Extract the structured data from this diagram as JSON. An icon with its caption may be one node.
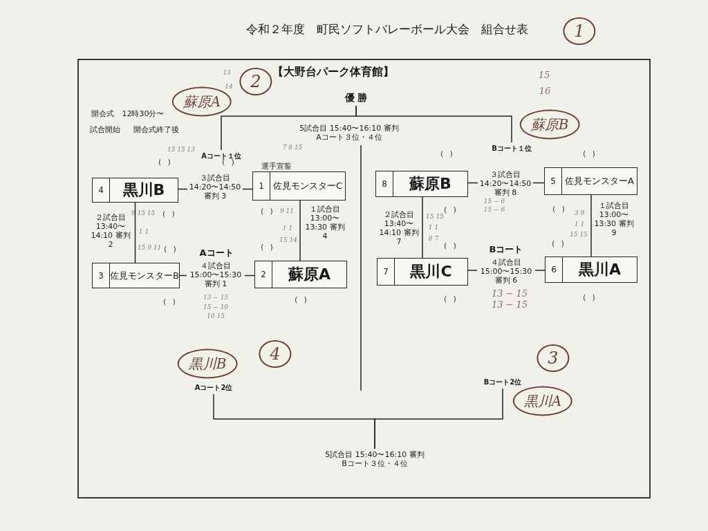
{
  "diagram": {
    "title": "令和２年度　町民ソフトバレーボール大会　組合せ表",
    "nodes": [
      {
        "text": [
          "Aコート１位"
        ]
      },
      {
        "text": [
          "Bコート１位"
        ]
      },
      {
        "text": [
          "優 勝"
        ]
      },
      {
        "text": [
          "4",
          "黒川B"
        ]
      },
      {
        "text": [
          "1",
          "佐見モンスターC"
        ],
        "beside": [
          "選手宣誓"
        ]
      },
      {
        "text": [
          "3",
          "佐見モンスターB"
        ]
      },
      {
        "text": [
          "2",
          "蘇原A"
        ]
      },
      {
        "text": [
          "8",
          "蘇原B"
        ]
      },
      {
        "text": [
          "5",
          "佐見モンスターA"
        ]
      },
      {
        "text": [
          "7",
          "黒川C"
        ]
      },
      {
        "text": [
          "6",
          "黒川A"
        ]
      },
      {
        "text": [
          "Aコート2位"
        ]
      },
      {
        "text": [
          "Bコート2位"
        ]
      },
      {
        "text": [
          "5試合目 15:40〜16:10 審判 Bコート３位・４位"
        ]
      }
    ],
    "edges": [
      {
        "from": 0,
        "to": 2,
        "arrow": "none"
      },
      {
        "from": 1,
        "to": 2,
        "arrow": "none"
      },
      {
        "from": 3,
        "to": 4,
        "arrow": "none",
        "label": "３試合目 14:20〜14:50 審判 3"
      },
      {
        "from": 3,
        "to": 5,
        "arrow": "none",
        "label": "２試合目 13:40〜 14:10 審判 2"
      },
      {
        "from": 4,
        "to": 6,
        "arrow": "none",
        "label": "１試合目 13:00〜 13:30 審判 4"
      },
      {
        "from": 5,
        "to": 6,
        "arrow": "none",
        "label": "４試合目 15:00〜15:30 審判 1"
      },
      {
        "from": 7,
        "to": 8,
        "arrow": "none",
        "label": "３試合目 14:20〜14:50 審判 8"
      },
      {
        "from": 7,
        "to": 9,
        "arrow": "none",
        "label": "２試合目 13:40〜 14:10 審判 7"
      },
      {
        "from": 8,
        "to": 10,
        "arrow": "none",
        "label": "１試合目 13:00〜 13:30 審判 9"
      },
      {
        "from": 9,
        "to": 10,
        "arrow": "none",
        "label": "４試合目 15:00〜15:30 審判 6"
      },
      {
        "from": 11,
        "to": 13,
        "arrow": "none"
      },
      {
        "from": 12,
        "to": 13,
        "arrow": "none"
      }
    ],
    "labels": [
      "【大野台パーク体育館】",
      "1",
      "13",
      "14",
      "2",
      "15",
      "16",
      "開会式",
      "12時30分〜",
      "蘇原A",
      "蘇原B",
      "試合開始",
      "開会式終了後",
      "5試合目 15:40〜16:10 審判 Aコート３位・４位",
      "( )",
      "15 15 13",
      "7 8 15",
      "( )",
      "( )",
      "( )",
      "9 15 15",
      "( )",
      "( )",
      "9 11",
      "1 1",
      "1 1",
      "15 14",
      "15 9 11",
      "( )",
      "( )",
      "Aコート",
      "( )",
      "( )",
      "15 − 6",
      "15 − 6",
      "15 15",
      "3 9",
      "1 1",
      "1 1",
      "8 7",
      "15 15",
      "( )",
      "( )",
      "Bコート",
      "( )",
      "13 − 15",
      "( )",
      "15 − 10",
      "10 15",
      "( )",
      "13 − 15",
      "( )",
      "13 − 15",
      "4",
      "3",
      "黒川B",
      "黒川A"
    ]
  }
}
